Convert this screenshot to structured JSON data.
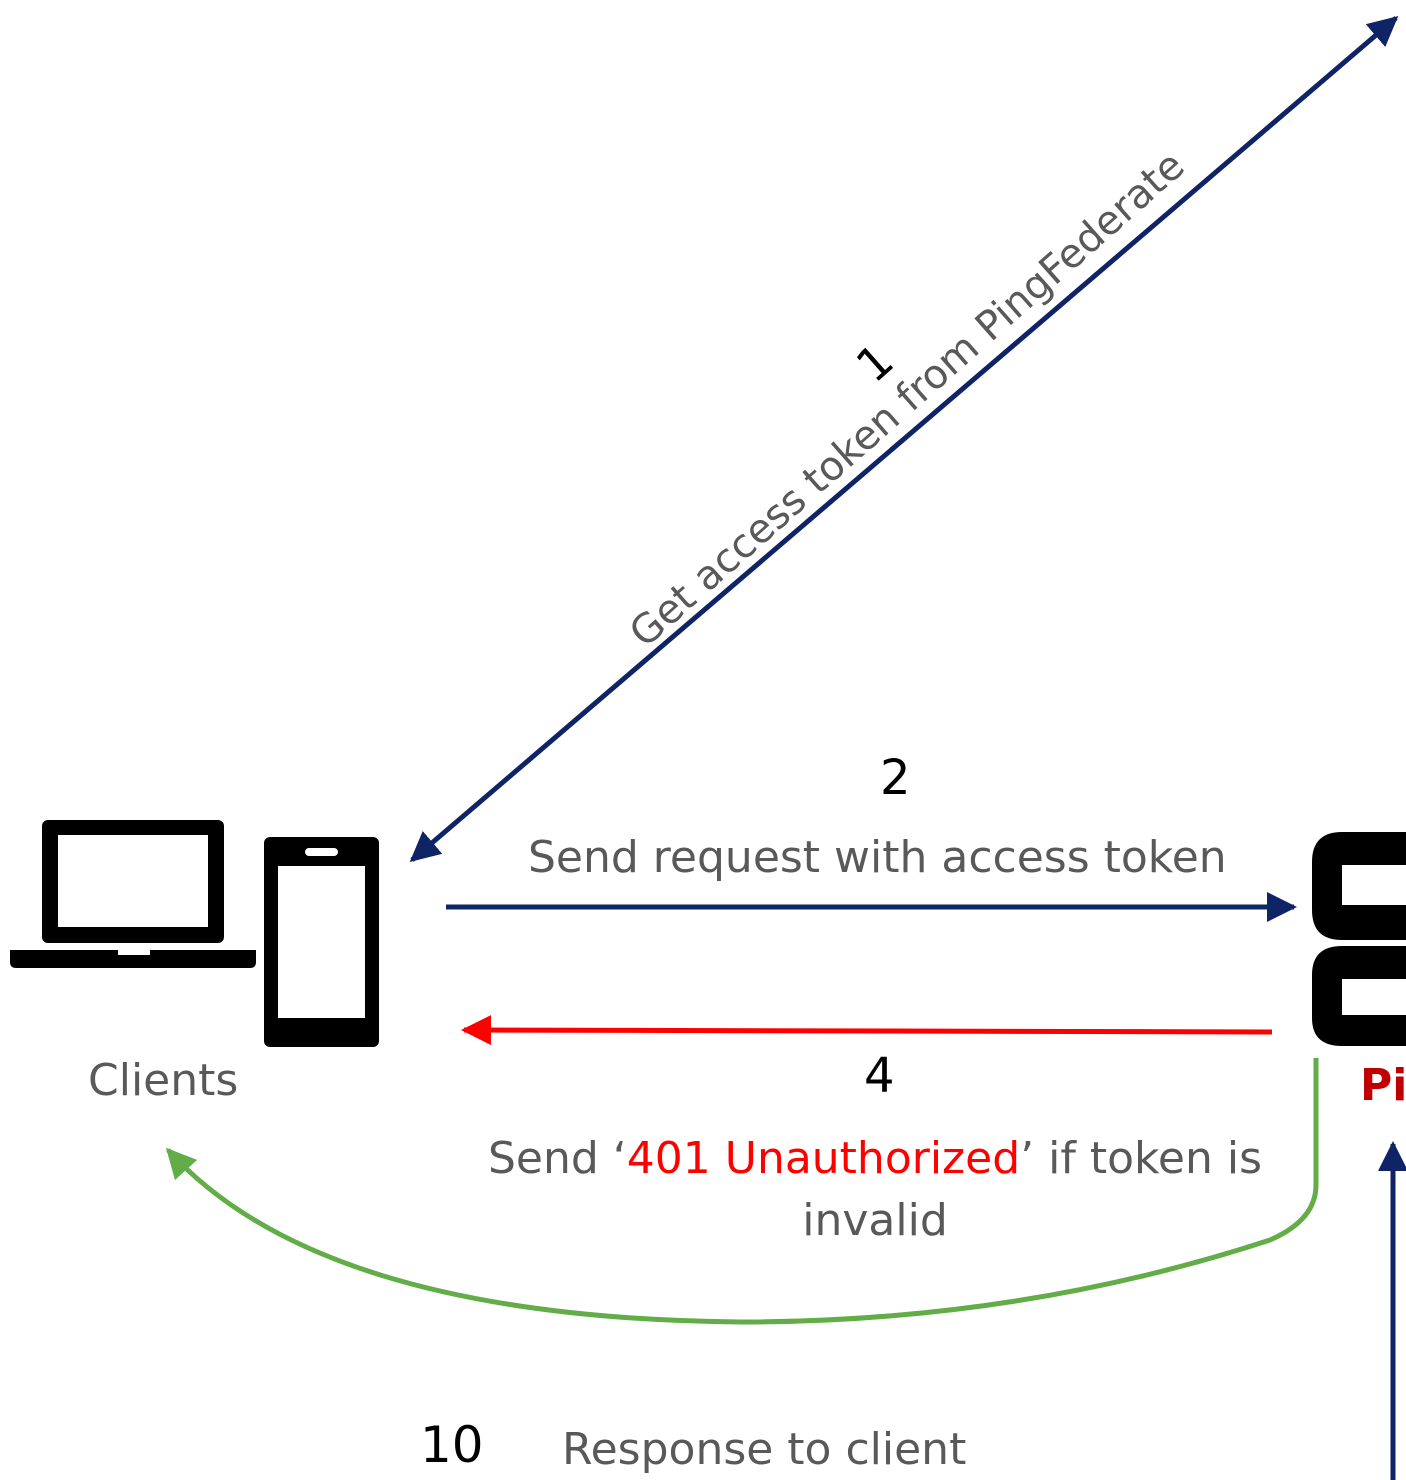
{
  "steps": {
    "s1": {
      "number": "1",
      "label": "Get access token from PingFederate"
    },
    "s2": {
      "number": "2",
      "label": "Send request with access token"
    },
    "s4": {
      "number": "4",
      "label_before": "Send ‘",
      "label_highlight": "401 Unauthorized",
      "label_after": "’ if token is invalid"
    },
    "s10": {
      "number": "10",
      "label": "Response to client"
    }
  },
  "nodes": {
    "clients": {
      "label": "Clients"
    },
    "ping_partial": {
      "label": "Pi"
    }
  },
  "icons": [
    "laptop-icon",
    "phone-icon",
    "server-icon"
  ],
  "colors": {
    "navy_arrow": "#0f2466",
    "red_arrow": "#ff0000",
    "green_arrow": "#62ad47",
    "highlight_text": "#ff0000",
    "node_label": "#c00000",
    "text_gray": "#595959"
  }
}
